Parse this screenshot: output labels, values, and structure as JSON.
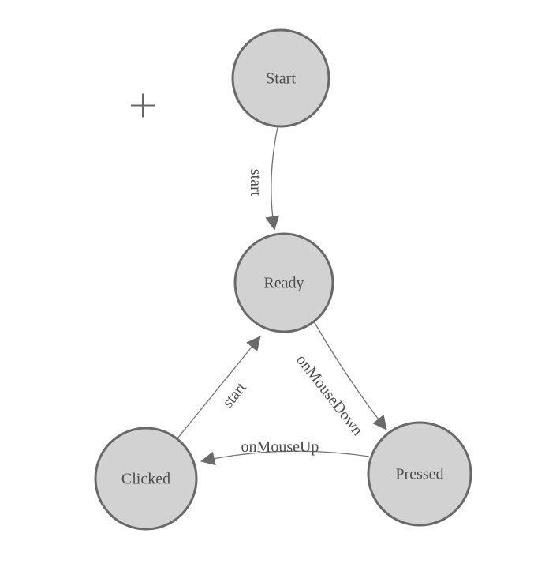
{
  "diagram": {
    "type": "state-chart",
    "colors": {
      "background": "#ffffff",
      "node_fill": "#d2d2d2",
      "node_stroke": "#696969",
      "edge_stroke": "#707070",
      "arrow_fill": "#6a6a6a",
      "label": "#4d4d4d",
      "cursor": "#666666"
    },
    "cursor_icon": "plus",
    "nodes": [
      {
        "id": "start",
        "label": "Start"
      },
      {
        "id": "ready",
        "label": "Ready"
      },
      {
        "id": "clicked",
        "label": "Clicked"
      },
      {
        "id": "pressed",
        "label": "Pressed"
      }
    ],
    "edges": [
      {
        "from": "Start",
        "to": "Ready",
        "label": "start"
      },
      {
        "from": "Ready",
        "to": "Pressed",
        "label": "onMouseDown"
      },
      {
        "from": "Pressed",
        "to": "Clicked",
        "label": "onMouseUp"
      },
      {
        "from": "Clicked",
        "to": "Ready",
        "label": "start"
      }
    ]
  }
}
